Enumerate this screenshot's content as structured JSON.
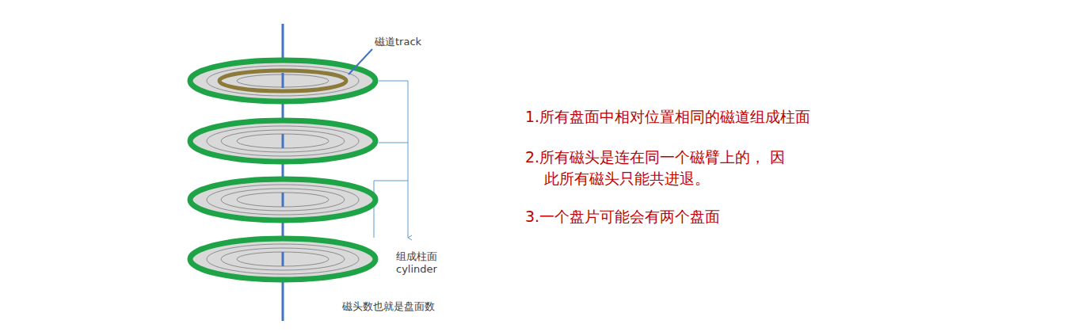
{
  "diagram": {
    "labels": [
      "磁道track",
      "组成柱面 cylinder",
      "磁头数也就是盘面数",
      "1.所有盘面中相对位置相同的磁道组成柱面",
      "2.所有磁头是连在同一个磁臂上的， 因此所有磁头只能共进退。",
      "3.一个盘片可能会有两个盘面"
    ]
  }
}
